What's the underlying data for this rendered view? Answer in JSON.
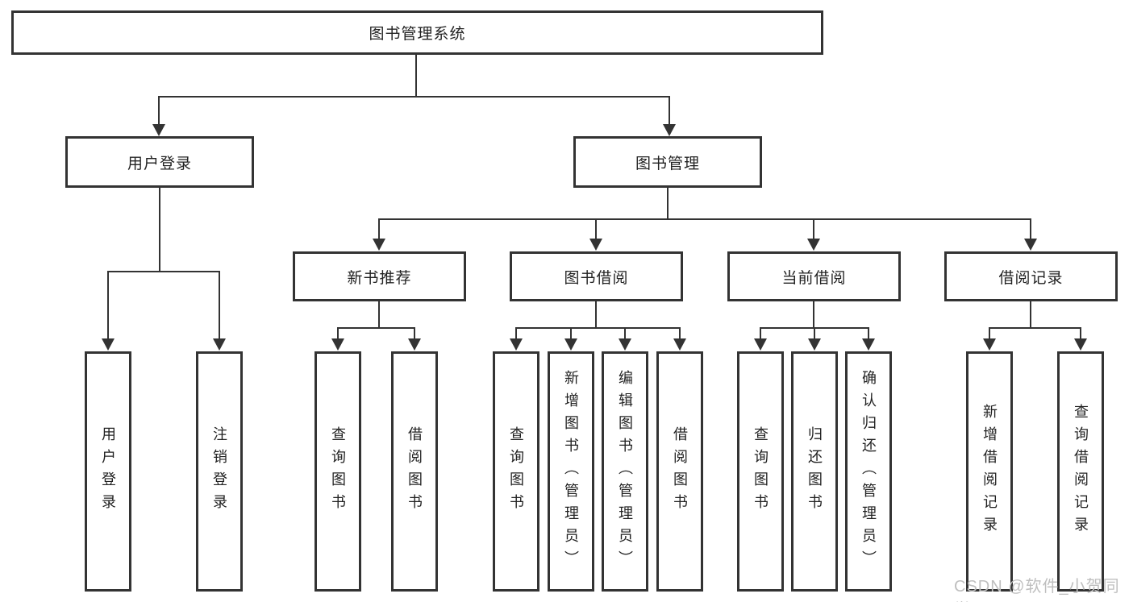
{
  "diagram": {
    "title_note": "library management system function structure diagram",
    "root": {
      "label": "图书管理系统"
    },
    "level2": [
      {
        "label": "用户登录"
      },
      {
        "label": "图书管理"
      }
    ],
    "level3": [
      {
        "label": "新书推荐"
      },
      {
        "label": "图书借阅"
      },
      {
        "label": "当前借阅"
      },
      {
        "label": "借阅记录"
      }
    ],
    "leaves": {
      "user_login": [
        {
          "label": "用户登录"
        },
        {
          "label": "注销登录"
        }
      ],
      "new_book": [
        {
          "label": "查询图书"
        },
        {
          "label": "借阅图书"
        }
      ],
      "book_borrow": [
        {
          "label": "查询图书"
        },
        {
          "label": "新增图书（管理员）"
        },
        {
          "label": "编辑图书（管理员）"
        },
        {
          "label": "借阅图书"
        }
      ],
      "current_borrow": [
        {
          "label": "查询图书"
        },
        {
          "label": "归还图书"
        },
        {
          "label": "确认归还（管理员）"
        }
      ],
      "borrow_record": [
        {
          "label": "新增借阅记录"
        },
        {
          "label": "查询借阅记录"
        }
      ]
    },
    "watermark": "CSDN @软件_小贺同学",
    "colors": {
      "line": "#333333",
      "box_border": "#333333",
      "box_fill": "#ffffff",
      "text": "#222222",
      "watermark": "#bfbfbf"
    }
  }
}
